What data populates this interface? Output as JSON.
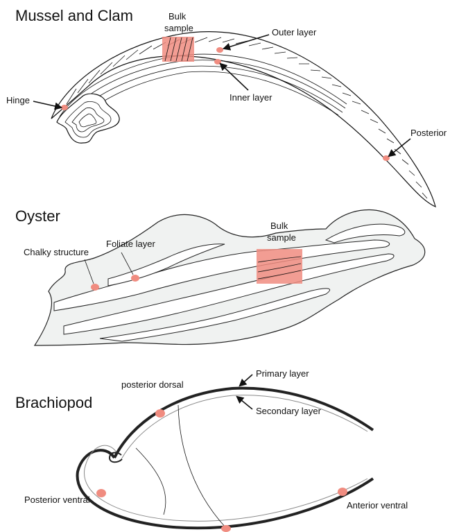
{
  "colors": {
    "sample": "#f08c80",
    "sample_soft": "#f2a49a",
    "oyster_fill": "#f0f2f1",
    "outline": "#111111"
  },
  "mussel": {
    "title": "Mussel and Clam",
    "labels": {
      "bulk_sample_1": "Bulk",
      "bulk_sample_2": "sample",
      "outer_layer": "Outer layer",
      "inner_layer": "Inner layer",
      "hinge": "Hinge",
      "posterior": "Posterior"
    }
  },
  "oyster": {
    "title": "Oyster",
    "labels": {
      "bulk_sample_1": "Bulk",
      "bulk_sample_2": "sample",
      "chalky_structure": "Chalky structure",
      "foliate_layer": "Foliate layer"
    }
  },
  "brachiopod": {
    "title": "Brachiopod",
    "labels": {
      "primary_layer": "Primary layer",
      "secondary_layer": "Secondary layer",
      "posterior_dorsal": "posterior dorsal",
      "posterior_ventral": "Posterior ventral",
      "anterior_ventral": "Anterior ventral"
    }
  }
}
